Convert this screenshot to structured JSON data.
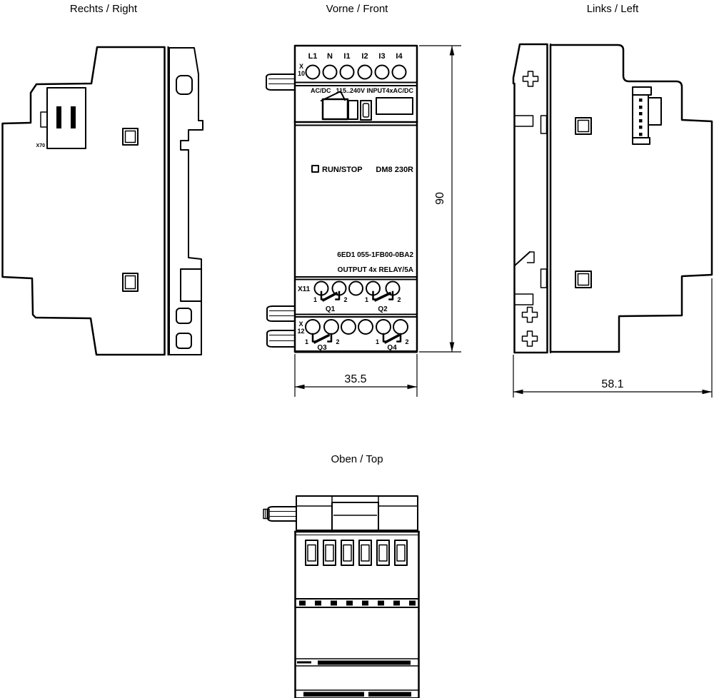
{
  "views": {
    "right": {
      "title": "Rechts / Right",
      "socket_label": "X70"
    },
    "front": {
      "title": "Vorne / Front",
      "terminal_labels": [
        "L1",
        "N",
        "I1",
        "I2",
        "I3",
        "I4"
      ],
      "connector_x10": {
        "line1": "X",
        "line2": "10"
      },
      "connector_x11": "X11",
      "connector_x12": {
        "line1": "X",
        "line2": "12"
      },
      "power_type": "AC/DC",
      "input_rating": "115..240V INPUT4xAC/DC",
      "led_label": "RUN/STOP",
      "model": "DM8 230R",
      "order_number": "6ED1 055-1FB00-0BA2",
      "output_rating": "OUTPUT 4x RELAY/5A",
      "contact_pin_1": "1",
      "contact_pin_2": "2",
      "outputs": {
        "q1": "Q1",
        "q2": "Q2",
        "q3": "Q3",
        "q4": "Q4"
      }
    },
    "left": {
      "title": "Links / Left"
    },
    "top": {
      "title": "Oben / Top"
    }
  },
  "dimensions": {
    "width_mm": "35.5",
    "height_mm": "90",
    "depth_mm": "58.1"
  },
  "colors": {
    "line": "#000000",
    "background": "#ffffff"
  }
}
